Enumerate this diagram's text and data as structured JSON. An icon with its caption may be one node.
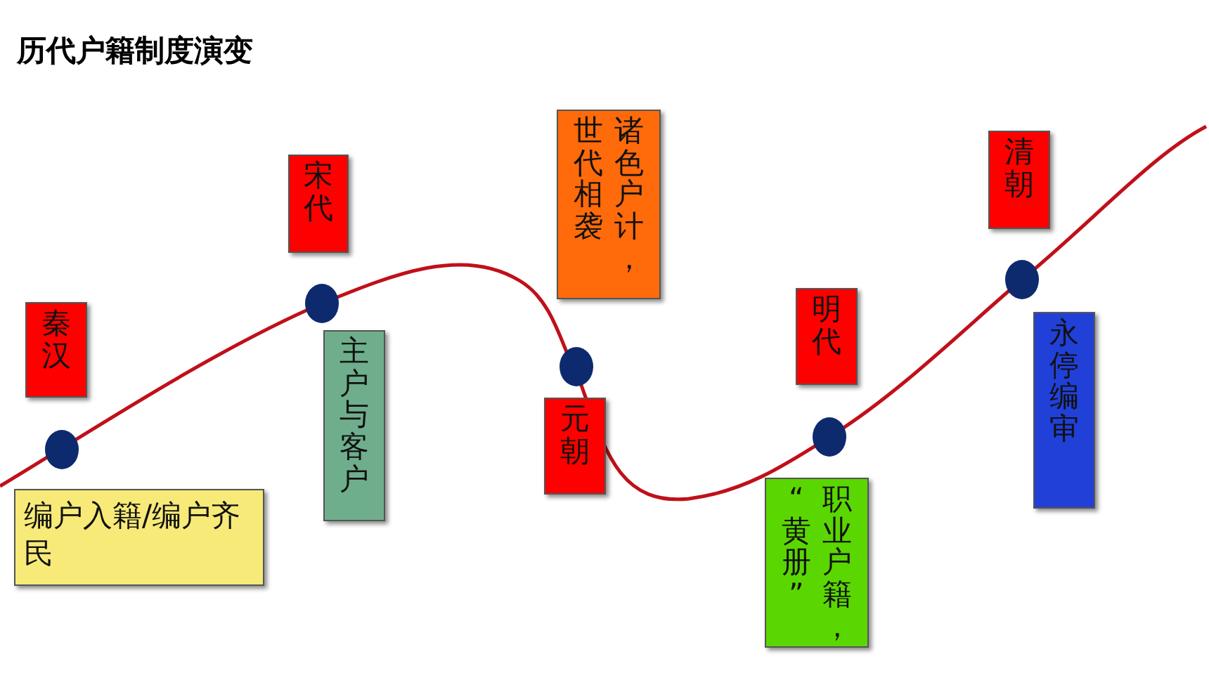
{
  "diagram": {
    "title": "历代户籍制度演变",
    "nodes": [
      {
        "text": [
          "秦汉"
        ]
      },
      {
        "text": [
          "编户入籍/编户齐民"
        ]
      },
      {
        "text": [
          "宋代"
        ]
      },
      {
        "text": [
          "主户与客户"
        ]
      },
      {
        "text": [
          "世代相袭",
          "诸色户计，"
        ]
      },
      {
        "text": [
          "元朝"
        ]
      },
      {
        "text": [
          "明代"
        ]
      },
      {
        "text": [
          "“黄册”",
          "职业户籍，"
        ]
      },
      {
        "text": [
          "清朝"
        ]
      },
      {
        "text": [
          "永停编审"
        ]
      }
    ]
  }
}
